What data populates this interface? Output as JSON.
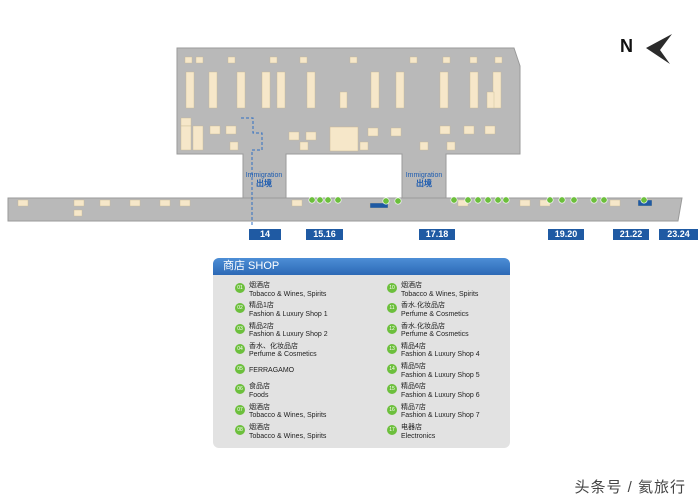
{
  "compass": {
    "letter": "N"
  },
  "immigration": [
    {
      "en": "Immigration",
      "cn": "出境"
    },
    {
      "en": "Immigration",
      "cn": "出境"
    }
  ],
  "gates": [
    "14",
    "15.16",
    "17.18",
    "19.20",
    "21.22",
    "23.24"
  ],
  "legend": {
    "title": "商店 SHOP",
    "left_items": [
      {
        "num": "01",
        "cn": "烟酒店",
        "en": "Tobacco & Wines, Spirits"
      },
      {
        "num": "02",
        "cn": "精品1店",
        "en": "Fashion & Luxury Shop 1"
      },
      {
        "num": "03",
        "cn": "精品2店",
        "en": "Fashion & Luxury Shop 2"
      },
      {
        "num": "04",
        "cn": "香水、化妆品店",
        "en": "Perfume & Cosmetics"
      },
      {
        "num": "05",
        "cn": "",
        "en": "FERRAGAMO"
      },
      {
        "num": "06",
        "cn": "食品店",
        "en": "Foods"
      },
      {
        "num": "07",
        "cn": "烟酒店",
        "en": "Tobacco & Wines, Spirits"
      },
      {
        "num": "08",
        "cn": "烟酒店",
        "en": "Tobacco & Wines, Spirits"
      }
    ],
    "right_items": [
      {
        "num": "10",
        "cn": "烟酒店",
        "en": "Tobacco & Wines, Spirits"
      },
      {
        "num": "11",
        "cn": "香水.化妆品店",
        "en": "Perfume & Cosmetics"
      },
      {
        "num": "12",
        "cn": "香水.化妆品店",
        "en": "Perfume & Cosmetics"
      },
      {
        "num": "13",
        "cn": "精品4店",
        "en": "Fashion & Luxury Shop 4"
      },
      {
        "num": "14",
        "cn": "精品5店",
        "en": "Fashion & Luxury Shop 5"
      },
      {
        "num": "15",
        "cn": "精品6店",
        "en": "Fashion & Luxury Shop 6"
      },
      {
        "num": "16",
        "cn": "精品7店",
        "en": "Fashion & Luxury Shop 7"
      },
      {
        "num": "17",
        "cn": "电器店",
        "en": "Electronics"
      }
    ]
  },
  "watermark": "头条号 / 氦旅行",
  "colors": {
    "building": "#b9b9b9",
    "shop": "#f6e7c9",
    "marker": "#6cbf3c",
    "gate": "#1f5aa3",
    "accent": "#1c5bb0"
  }
}
